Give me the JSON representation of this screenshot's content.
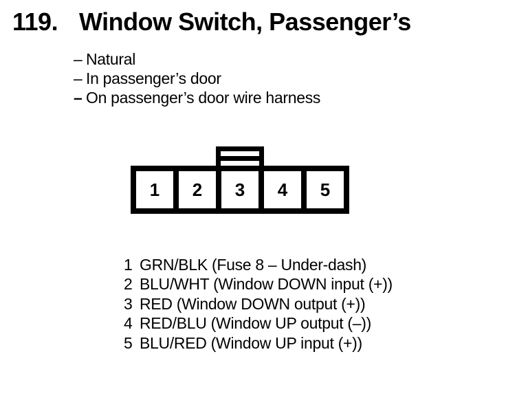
{
  "header": {
    "number": "119.",
    "title": "Window Switch, Passenger’s"
  },
  "details": {
    "bullets": [
      {
        "dash": "–",
        "text": "Natural"
      },
      {
        "dash": "–",
        "text": "In passenger’s door"
      },
      {
        "dash": "–",
        "text": "On passenger’s door wire harness"
      }
    ]
  },
  "connector": {
    "pins": [
      "1",
      "2",
      "3",
      "4",
      "5"
    ]
  },
  "pin_list": [
    {
      "pin": "1",
      "description": "GRN/BLK (Fuse 8 – Under-dash)"
    },
    {
      "pin": "2",
      "description": "BLU/WHT (Window DOWN input (+))"
    },
    {
      "pin": "3",
      "description": "RED (Window DOWN output (+))"
    },
    {
      "pin": "4",
      "description": "RED/BLU (Window UP output (–))"
    },
    {
      "pin": "5",
      "description": "BLU/RED (Window UP input (+))"
    }
  ],
  "colors": {
    "ink": "#000000",
    "background": "#ffffff"
  }
}
